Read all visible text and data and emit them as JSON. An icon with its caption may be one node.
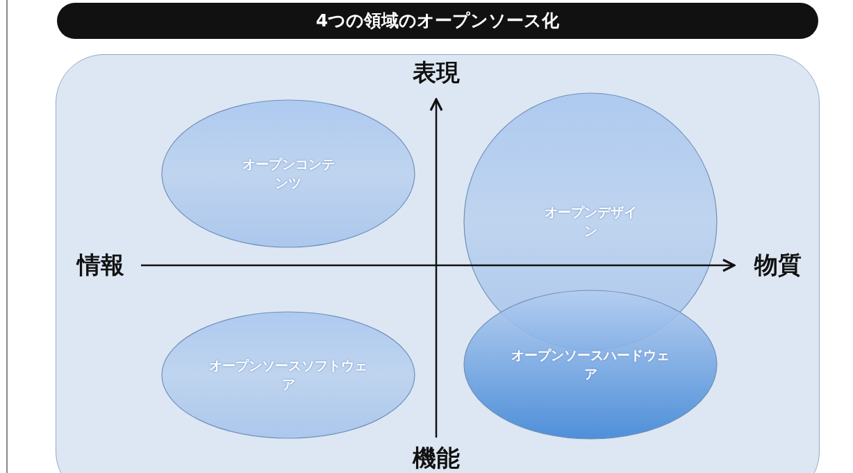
{
  "diagram": {
    "title": "4つの領域のオープンソース化",
    "nodes": [
      {
        "text": [
          "オープンコンテンツ"
        ]
      },
      {
        "text": [
          "オープンデザイン"
        ]
      },
      {
        "text": [
          "オープンソースソフトウェア"
        ]
      },
      {
        "text": [
          "オープンソースハードウェア"
        ]
      }
    ],
    "labels": [
      "表現",
      "情報",
      "物質",
      "機能"
    ]
  }
}
